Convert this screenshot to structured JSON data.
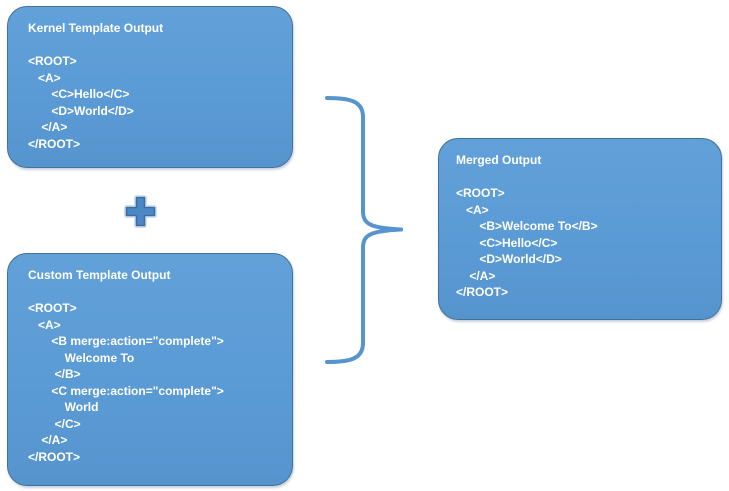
{
  "diagram": {
    "boxes": {
      "kernel": {
        "title": "Kernel Template Output",
        "code": "<ROOT>\n   <A>\n       <C>Hello</C>\n       <D>World</D>\n    </A>\n</ROOT>"
      },
      "custom": {
        "title": "Custom Template Output",
        "code": "<ROOT>\n   <A>\n       <B merge:action=\"complete\">\n           Welcome To\n        </B>\n       <C merge:action=\"complete\">\n           World\n        </C>\n    </A>\n</ROOT>"
      },
      "merged": {
        "title": "Merged Output",
        "code": "<ROOT>\n   <A>\n       <B>Welcome To</B>\n       <C>Hello</C>\n       <D>World</D>\n    </A>\n</ROOT>"
      }
    },
    "icons": {
      "plus": "plus-icon",
      "brace": "right-brace-icon"
    },
    "colors": {
      "box_fill": "#5B9BD5",
      "box_border": "#41719C",
      "text": "#FFFFFF",
      "brace": "#5694CF",
      "plus_fill": "#4C88C6",
      "plus_border": "#3A6EA5",
      "plus_halo": "#D3E0EF"
    }
  }
}
